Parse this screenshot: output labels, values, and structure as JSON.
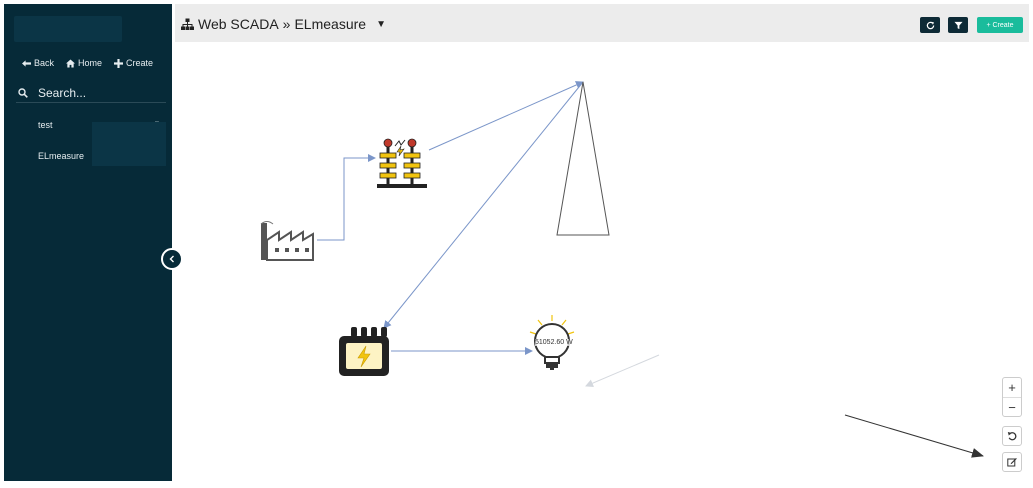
{
  "sidebar": {
    "nav": [
      {
        "label": "Back",
        "icon": "arrow-left-icon"
      },
      {
        "label": "Home",
        "icon": "home-icon"
      },
      {
        "label": "Create",
        "icon": "plus-icon"
      }
    ],
    "search_placeholder": "Search...",
    "items": [
      {
        "label": "test"
      },
      {
        "label": "ELmeasure"
      }
    ]
  },
  "header": {
    "breadcrumb_root": "Web SCADA",
    "separator": "»",
    "breadcrumb_current": "ELmeasure",
    "create_label": "+ Create"
  },
  "canvas": {
    "bulb_reading": "51052.60 W"
  },
  "colors": {
    "sidebar_bg": "#062a38",
    "accent": "#1abc9c",
    "edge": "#7b96c9"
  }
}
